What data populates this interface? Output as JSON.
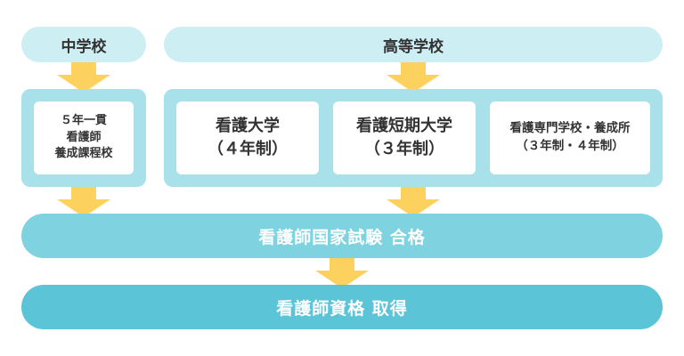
{
  "diagram": {
    "top": {
      "junior_high": "中学校",
      "high_school": "高等学校"
    },
    "left_card": {
      "line1": "５年一貫",
      "line2": "看護師",
      "line3": "養成課程校"
    },
    "cards": [
      {
        "line1": "看護大学",
        "line2": "（４年制）"
      },
      {
        "line1": "看護短期大学",
        "line2": "（３年制）"
      },
      {
        "line1": "看護専門学校・養成所",
        "line2": "（３年制・４年制）"
      }
    ],
    "exam_label": "看護師国家試験 合格",
    "license_label": "看護師資格 取得"
  },
  "colors": {
    "pill": "#cdeef3",
    "panel": "#a9e1ea",
    "exam_band": "#7fd3e0",
    "license_band": "#5bc4d6",
    "arrow": "#fcd15e"
  }
}
